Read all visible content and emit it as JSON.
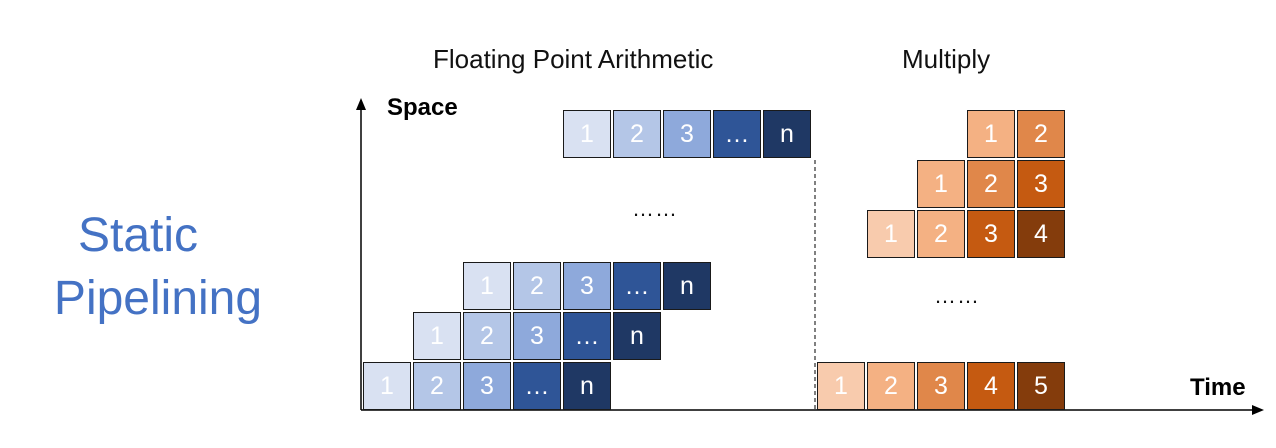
{
  "title": {
    "line1": "Static",
    "line2": "Pipelining"
  },
  "headers": {
    "fp": "Floating Point Arithmetic",
    "mul": "Multiply"
  },
  "axes": {
    "y": "Space",
    "x": "Time"
  },
  "ellipsis": "……",
  "colors": {
    "title": "#4472c4",
    "blue": [
      "#d9e1f2",
      "#b4c6e7",
      "#8ea9db",
      "#2f5597",
      "#1f3864"
    ],
    "orange": [
      "#f8cbad",
      "#f4b183",
      "#e0874a",
      "#c55a11",
      "#843c0c",
      "#c00000"
    ]
  },
  "fp_rows": [
    {
      "shift": 0,
      "labels": [
        "1",
        "2",
        "3",
        "…",
        "n"
      ]
    },
    {
      "shift": 1,
      "labels": [
        "1",
        "2",
        "3",
        "…",
        "n"
      ]
    },
    {
      "shift": 2,
      "labels": [
        "1",
        "2",
        "3",
        "…",
        "n"
      ]
    },
    {
      "shift": 4,
      "labels": [
        "1",
        "2",
        "3",
        "…",
        "n"
      ]
    }
  ],
  "mul_bottom": {
    "labels": [
      "1",
      "2",
      "3",
      "4",
      "5"
    ]
  },
  "mul_rows": [
    {
      "shift": 1,
      "labels": [
        "1",
        "2",
        "3",
        "4"
      ]
    },
    {
      "shift": 2,
      "labels": [
        "1",
        "2",
        "3"
      ]
    },
    {
      "shift": 3,
      "labels": [
        "1",
        "2"
      ]
    }
  ]
}
